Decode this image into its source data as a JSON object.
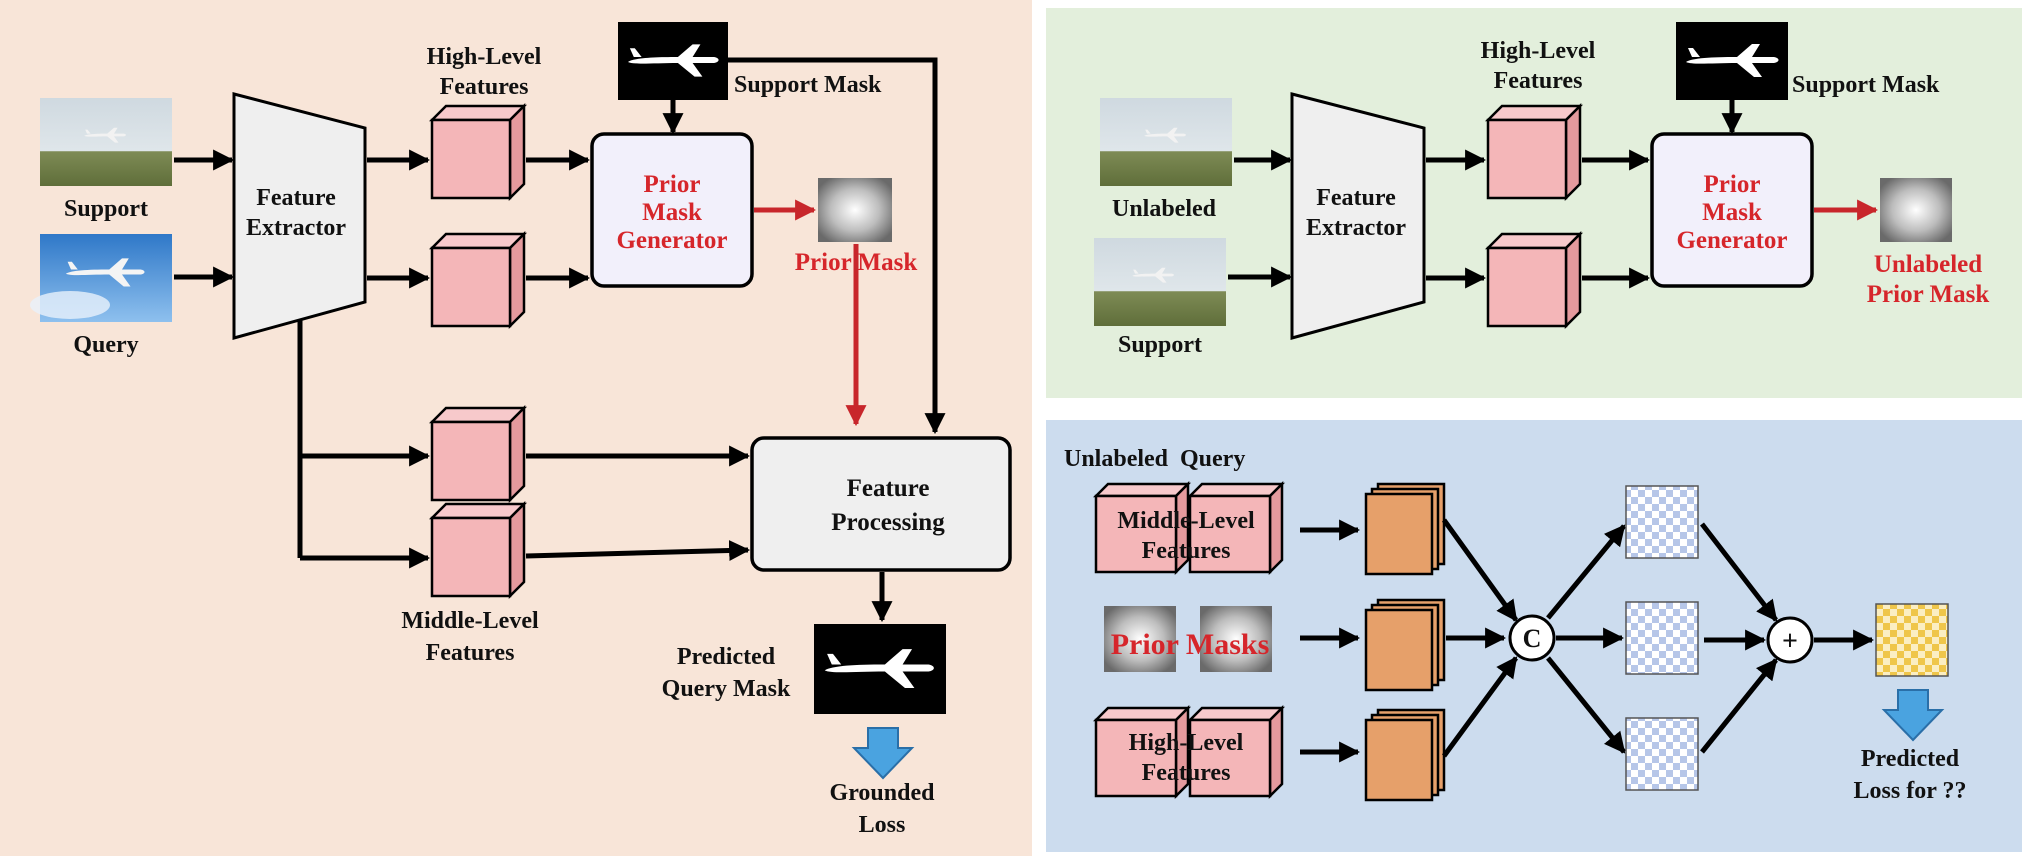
{
  "colors": {
    "left_panel_bg": "#f8e5d8",
    "top_right_panel_bg": "#e3efdc",
    "bottom_right_panel_bg": "#ccdcee",
    "feature_cube": "#f4b6b8",
    "orange_block": "#e6a06a",
    "prior_mask_text": "#d6262b",
    "yellow_checker": "#efc64a",
    "blue_checker": "#b6c6e8",
    "down_arrow": "#4aa3e0"
  },
  "icons": [
    "airplane-photo",
    "airplane-silhouette-mask",
    "soft-gray-mask",
    "checkerboard-map",
    "concat-circle-c",
    "add-circle-plus",
    "down-arrow-icon"
  ],
  "left": {
    "support": "Support",
    "query": "Query",
    "feature_extractor": [
      "Feature",
      "Extractor"
    ],
    "high_level": [
      "High-Level",
      "Features"
    ],
    "support_mask": "Support Mask",
    "prior_mask_generator": [
      "Prior",
      "Mask",
      "Generator"
    ],
    "prior_mask": "Prior Mask",
    "feature_processing": [
      "Feature",
      "Processing"
    ],
    "middle_level": [
      "Middle-Level",
      "Features"
    ],
    "predicted_query_mask": [
      "Predicted",
      "Query Mask"
    ],
    "grounded_loss": [
      "Grounded",
      "Loss"
    ]
  },
  "top_right": {
    "unlabeled": "Unlabeled",
    "support": "Support",
    "feature_extractor": [
      "Feature",
      "Extractor"
    ],
    "high_level": [
      "High-Level",
      "Features"
    ],
    "support_mask": "Support Mask",
    "prior_mask_generator": [
      "Prior",
      "Mask",
      "Generator"
    ],
    "unlabeled_prior_mask": [
      "Unlabeled",
      "Prior Mask"
    ]
  },
  "bottom_right": {
    "unlabeled_query": "Unlabeled  Query",
    "middle_level": [
      "Middle-Level",
      "Features"
    ],
    "prior_masks": "Prior Masks",
    "high_level": [
      "High-Level",
      "Features"
    ],
    "concat_symbol": "C",
    "add_symbol": "+",
    "predicted_loss": [
      "Predicted",
      "Loss for ??"
    ]
  }
}
